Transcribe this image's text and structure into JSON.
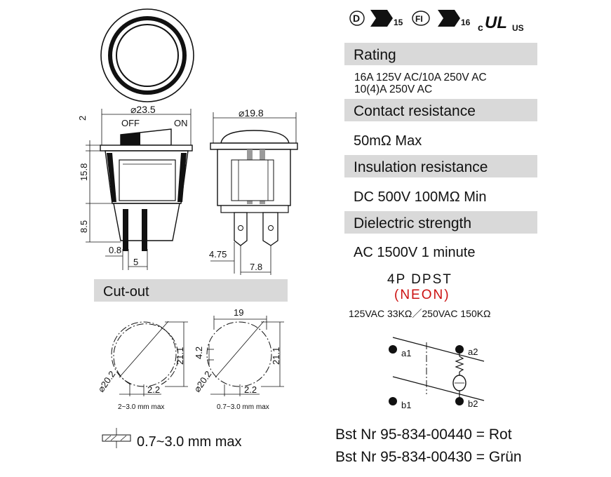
{
  "certifications": {
    "d_mark": "D",
    "enec_15": "15",
    "fi_mark": "FI",
    "enec_16": "16",
    "ul_c": "c",
    "ul_mark": "UL",
    "ul_us": "US"
  },
  "specs": {
    "rating_header": "Rating",
    "rating_line1": "16A 125V AC/10A 250V AC",
    "rating_line2": "10(4)A 250V AC",
    "contact_header": "Contact resistance",
    "contact_value": "50mΩ Max",
    "insulation_header": "Insulation resistance",
    "insulation_value": "DC 500V 100MΩ Min",
    "dielectric_header": "Dielectric strength",
    "dielectric_value": "AC 1500V 1 minute"
  },
  "drawing": {
    "dia_front": "⌀23.5",
    "off_label": "OFF",
    "on_label": "ON",
    "dim_2": "2",
    "dim_15_8": "15.8",
    "dim_8_5": "8.5",
    "dim_0_8": "0.8",
    "dim_5": "5",
    "dia_side": "⌀19.8",
    "dim_4_75": "4.75",
    "dim_7_8": "7.8"
  },
  "cutout": {
    "header": "Cut-out",
    "left_dia": "⌀20.2",
    "left_h": "21.1",
    "left_w": "2.2",
    "left_note": "2~3.0 mm max",
    "right_top": "19",
    "right_dia": "⌀20.2",
    "right_h": "21.1",
    "right_4_2": "4.2",
    "right_w": "2.2",
    "right_note": "0.7~3.0 mm max",
    "panel_note": "0.7~3.0 mm max"
  },
  "circuit": {
    "title": "4P DPST",
    "neon": "(NEON)",
    "resistors": "125VAC 33KΩ／250VAC 150KΩ",
    "a1": "a1",
    "a2": "a2",
    "b1": "b1",
    "b2": "b2"
  },
  "orders": {
    "line1": "Bst Nr 95-834-00440 = Rot",
    "line2": "Bst Nr 95-834-00430 = Grün"
  },
  "colors": {
    "band": "#d9d9d9",
    "neon_red": "#cc1111"
  }
}
